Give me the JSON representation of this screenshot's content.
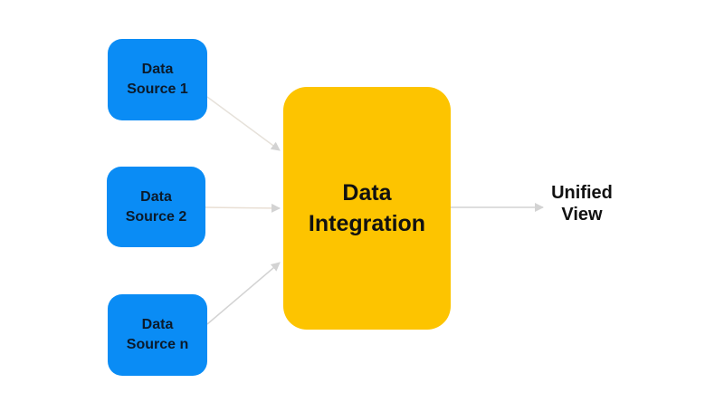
{
  "diagram": {
    "sources": [
      {
        "label": "Data\nSource 1"
      },
      {
        "label": "Data\nSource 2"
      },
      {
        "label": "Data\nSource n"
      }
    ],
    "integration": {
      "label": "Data\nIntegration"
    },
    "output": {
      "label": "Unified\nView"
    },
    "colors": {
      "source_fill": "#0a8cf5",
      "integration_fill": "#fdc400",
      "arrow": "#d3d3d3",
      "text": "#111111"
    }
  }
}
